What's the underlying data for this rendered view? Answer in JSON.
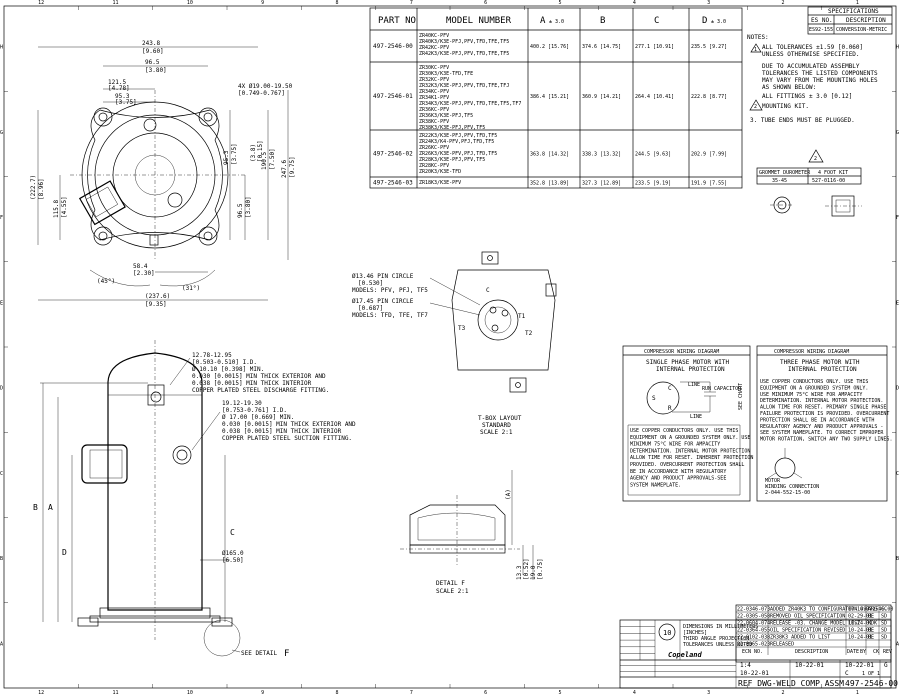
{
  "border": {
    "top_cols": [
      "12",
      "11",
      "10",
      "9",
      "8",
      "7",
      "6",
      "5",
      "4",
      "3",
      "2",
      "1"
    ],
    "bottom_cols": [
      "12",
      "11",
      "10",
      "9",
      "8",
      "7",
      "6",
      "5",
      "4",
      "3",
      "2",
      "1"
    ],
    "left_rows": [
      "H",
      "G",
      "F",
      "E",
      "D",
      "C",
      "B",
      "A"
    ],
    "right_rows": [
      "H",
      "G",
      "F",
      "E",
      "D",
      "C",
      "B",
      "A"
    ]
  },
  "spec_box": {
    "title": "SPECIFICATIONS",
    "col1": "ES NO.",
    "col2": "DESCRIPTION",
    "row_no": "ES92-155",
    "row_desc": "CONVERSION-METRIC"
  },
  "parts_table": {
    "headers": [
      "PART NO",
      "MODEL NUMBER",
      "A",
      "B",
      "C",
      "D"
    ],
    "tol_a": "± 3.0",
    "tol_d": "± 3.0",
    "rows": [
      {
        "part": "497-2546-00",
        "models": [
          "ZR40KC-PFV",
          "ZR40K3/K3E-PFJ,PFV,TFD,TFE,TF5",
          "ZR42KC-PFV",
          "ZR42K3/K3E-PFJ,PFV,TFD,TFE,TF5"
        ],
        "a": "400.2 [15.76]",
        "b": "374.6 [14.75]",
        "c": "277.1 [10.91]",
        "d": "235.5 [9.27]"
      },
      {
        "part": "497-2546-01",
        "models": [
          "ZR30KC-PFV",
          "ZR30K3/K3E-TFD,TFE",
          "ZR32KC-PFV",
          "ZR32K3/K3E-PFJ,PFV,TFD,TFE,TFJ",
          "ZR34KC-PFV",
          "ZR34K1-PFV",
          "ZR34K3/K3E-PFJ,PFV,TFD,TFE,TF5,TF7",
          "ZR36KC-PFV",
          "ZR36K3/K3E-PFJ,TF5",
          "ZR38KC-PFV",
          "ZR38K3/K3E-PFJ,PFV,TF5"
        ],
        "a": "386.4 [15.21]",
        "b": "360.9 [14.21]",
        "c": "264.4 [10.41]",
        "d": "222.8 [8.77]"
      },
      {
        "part": "497-2546-02",
        "models": [
          "ZR22K3/K3E-PFJ,PFV,TFD,TF5",
          "ZR24K3/K4-PFV,PFJ,TFD,TF5",
          "ZR26KC-PFV",
          "ZR26K3/K3E-PFV,PFJ,TFD,TF5",
          "ZR28K3/K3E-PFJ,PFV,TF5",
          "ZR28KC-PFV",
          "ZR20K3/K3E-TFD"
        ],
        "a": "363.8 [14.32]",
        "b": "338.3 [13.32]",
        "c": "244.5 [9.63]",
        "d": "202.9 [7.99]"
      },
      {
        "part": "497-2546-03",
        "models": [
          "ZR18K3/K3E-PFV"
        ],
        "a": "352.8 [13.89]",
        "b": "327.3 [12.89]",
        "c": "233.5 [9.19]",
        "d": "191.9 [7.55]"
      }
    ]
  },
  "notes": {
    "title": "NOTES:",
    "n1": [
      "ALL TOLERANCES ±1.59 [0.060]",
      "UNLESS OTHERWISE SPECIFIED."
    ],
    "n1b": [
      "DUE TO ACCUMULATED ASSEMBLY",
      "TOLERANCES THE LISTED COMPONENTS",
      "MAY VARY FROM THE MOUNTING HOLES",
      "AS SHOWN BELOW:"
    ],
    "n1c": "ALL FITTINGS   ± 3.0 [0.12]",
    "n2": "MOUNTING KIT.",
    "n3": "3. TUBE ENDS MUST BE PLUGGED."
  },
  "mount_kit": {
    "col1": "GROMMET DUROMETER",
    "col2": "4 FOOT KIT",
    "val1": "35-45",
    "val2": "527-0116-00"
  },
  "top_view": {
    "dims": [
      "243.8",
      "[9.60]",
      "96.5",
      "[3.80]",
      "121.5",
      "[4.78]",
      "95.3",
      "[3.75]",
      "4X Ø19.00-19.50",
      "[0.749-0.767]",
      "(222.7)",
      "[8.96]",
      "115.8",
      "[4.55]",
      "95.3",
      "[3.75]",
      "58.4",
      "[2.30]",
      "(45°)",
      "(31°)",
      "(237.6)",
      "[9.35]",
      "190.5",
      "[7.50]",
      "247.6",
      "[9.75]",
      "96.5",
      "[3.80]",
      "(3.8)",
      "[0.15]"
    ]
  },
  "pin_circle": {
    "l1": [
      "Ø13.46 PIN CIRCLE",
      "[0.530]",
      "MODELS: PFV, PFJ, TF5"
    ],
    "l2": [
      "Ø17.45 PIN CIRCLE",
      "[0.687]",
      "MODELS: TFD, TFE, TF7"
    ]
  },
  "tbox": {
    "labels": [
      "T1",
      "T2",
      "T3",
      "C"
    ],
    "caption": [
      "T-BOX LAYOUT",
      "STANDARD",
      "SCALE 2:1"
    ]
  },
  "side_view": {
    "dis_note": [
      "12.78-12.95",
      "[0.503-0.510] I.D.",
      "Ø 10.10 [0.398] MIN.",
      "0.030 [0.0015] MIN THICK EXTERIOR AND",
      "0.038 [0.0015] MIN THICK INTERIOR",
      "COPPER PLATED STEEL DISCHARGE FITTING."
    ],
    "suc_note": [
      "19.12-19.30",
      "[0.753-0.761] I.D.",
      "Ø 17.00 [0.669] MIN.",
      "0.030 [0.0015] MIN THICK EXTERIOR AND",
      "0.038 [0.0015] MIN THICK INTERIOR",
      "COPPER PLATED STEEL SUCTION FITTING."
    ],
    "base": [
      "Ø165.0",
      "[6.50]"
    ],
    "letters": [
      "A",
      "B",
      "C",
      "D"
    ],
    "see_detail": "SEE DETAIL",
    "detail_letter": "F"
  },
  "detail_f": {
    "dims": [
      "(A)",
      "13.3",
      "[0.52]",
      "19.0",
      "[0.75]"
    ],
    "caption": [
      "DETAIL F",
      "SCALE 2:1"
    ]
  },
  "wiring1": {
    "title": "COMPRESSOR WIRING DIAGRAM",
    "sub": [
      "SINGLE PHASE MOTOR WITH",
      "INTERNAL PROTECTION"
    ],
    "labels": [
      "LINE",
      "RUN CAPACITOR",
      "LINE",
      "S",
      "C",
      "R"
    ],
    "side": "SEE CHART",
    "text": [
      "USE COPPER CONDUCTORS ONLY.  USE THIS",
      "EQUIPMENT ON A GROUNDED SYSTEM ONLY.  USE",
      "MINIMUM 75°C WIRE FOR AMPACITY",
      "DETERMINATION.  INTERNAL MOTOR PROTECTION",
      "ALLOW TIME FOR RESET. INHERENT PROTECTION",
      "PROVIDED. OVERCURRENT PROTECTION SHALL",
      "BE IN ACCORDANCE WITH REGULATORY",
      "AGENCY AND PRODUCT APPROVALS-SEE",
      "SYSTEM NAMEPLATE."
    ]
  },
  "wiring2": {
    "title": "COMPRESSOR WIRING DIAGRAM",
    "sub": [
      "THREE PHASE MOTOR WITH",
      "INTERNAL PROTECTION"
    ],
    "text": [
      "USE COPPER CONDUCTORS ONLY.  USE THIS",
      "EQUIPMENT ON A GROUNDED SYSTEM ONLY.",
      "USE MINIMUM 75°C WIRE FOR AMPACITY",
      "DETERMINATION. INTERNAL MOTOR PROTECTION.",
      "ALLOW TIME FOR RESET. PRIMARY SINGLE PHASE",
      "FAILURE PROTECTION IS PROVIDED. OVERCURRENT",
      "PROTECTION SHALL BE IN ACCORDANCE WITH",
      "REGULATORY AGENCY AND PRODUCT APPROVALS -",
      "SEE SYSTEM NAMEPLATE. TO CORRECT IMPROPER",
      "MOTOR ROTATION, SWITCH ANY TWO SUPPLY LINES."
    ],
    "bottom": [
      "MOTOR",
      "WINDING CONNECTION",
      "2-044-552-15-00"
    ]
  },
  "revisions": [
    {
      "no": "22-0346-073",
      "desc": "ADDED ZR40K3 TO CONFIGURATION 497-2546-00",
      "date": "07-10-07",
      "by": "ARG",
      "ck": "CC"
    },
    {
      "no": "22-0305-058",
      "desc": "REMOVED OIL SPECIFICATION",
      "date": "02-29-01",
      "by": "BE",
      "ck": "SD"
    },
    {
      "no": "22-0604-074",
      "desc": "RELEASE -03. CHANGE MODEL LIST",
      "date": "10-24-01",
      "by": "KDK",
      "ck": "SD"
    },
    {
      "no": "22-0364-055",
      "desc": "OIL SPECIFICATION REVISED",
      "date": "10-24-01",
      "by": "BE",
      "ck": "SD"
    },
    {
      "no": "22-0102-038",
      "desc": "ZR38K3 ADDED TO LIST",
      "date": "10-24-01",
      "by": "BE",
      "ck": "SD"
    },
    {
      "no": "22-0965-023",
      "desc": "RELEASED",
      "date": "",
      "by": "",
      "ck": ""
    }
  ],
  "rev_header": [
    "REV",
    "CK",
    "BY",
    "DATE",
    "DESCRIPTION",
    "ECN NO."
  ],
  "title_block": {
    "scale_tag": "10",
    "company": "Copeland",
    "title": "REF DWG-WELD COMP ASSM",
    "dwg_no": "497-2546-00",
    "rev": "G",
    "sheet": "1 OF 1",
    "size": "C",
    "scale": "1:4",
    "date1": "10-22-01",
    "date2": "10-22-01",
    "date3": "10-22-01",
    "small": [
      "DIMENSIONS IN MILLIMETERS",
      "[INCHES]",
      "THIRD ANGLE PROJECTION",
      "TOLERANCES UNLESS NOTED"
    ]
  }
}
